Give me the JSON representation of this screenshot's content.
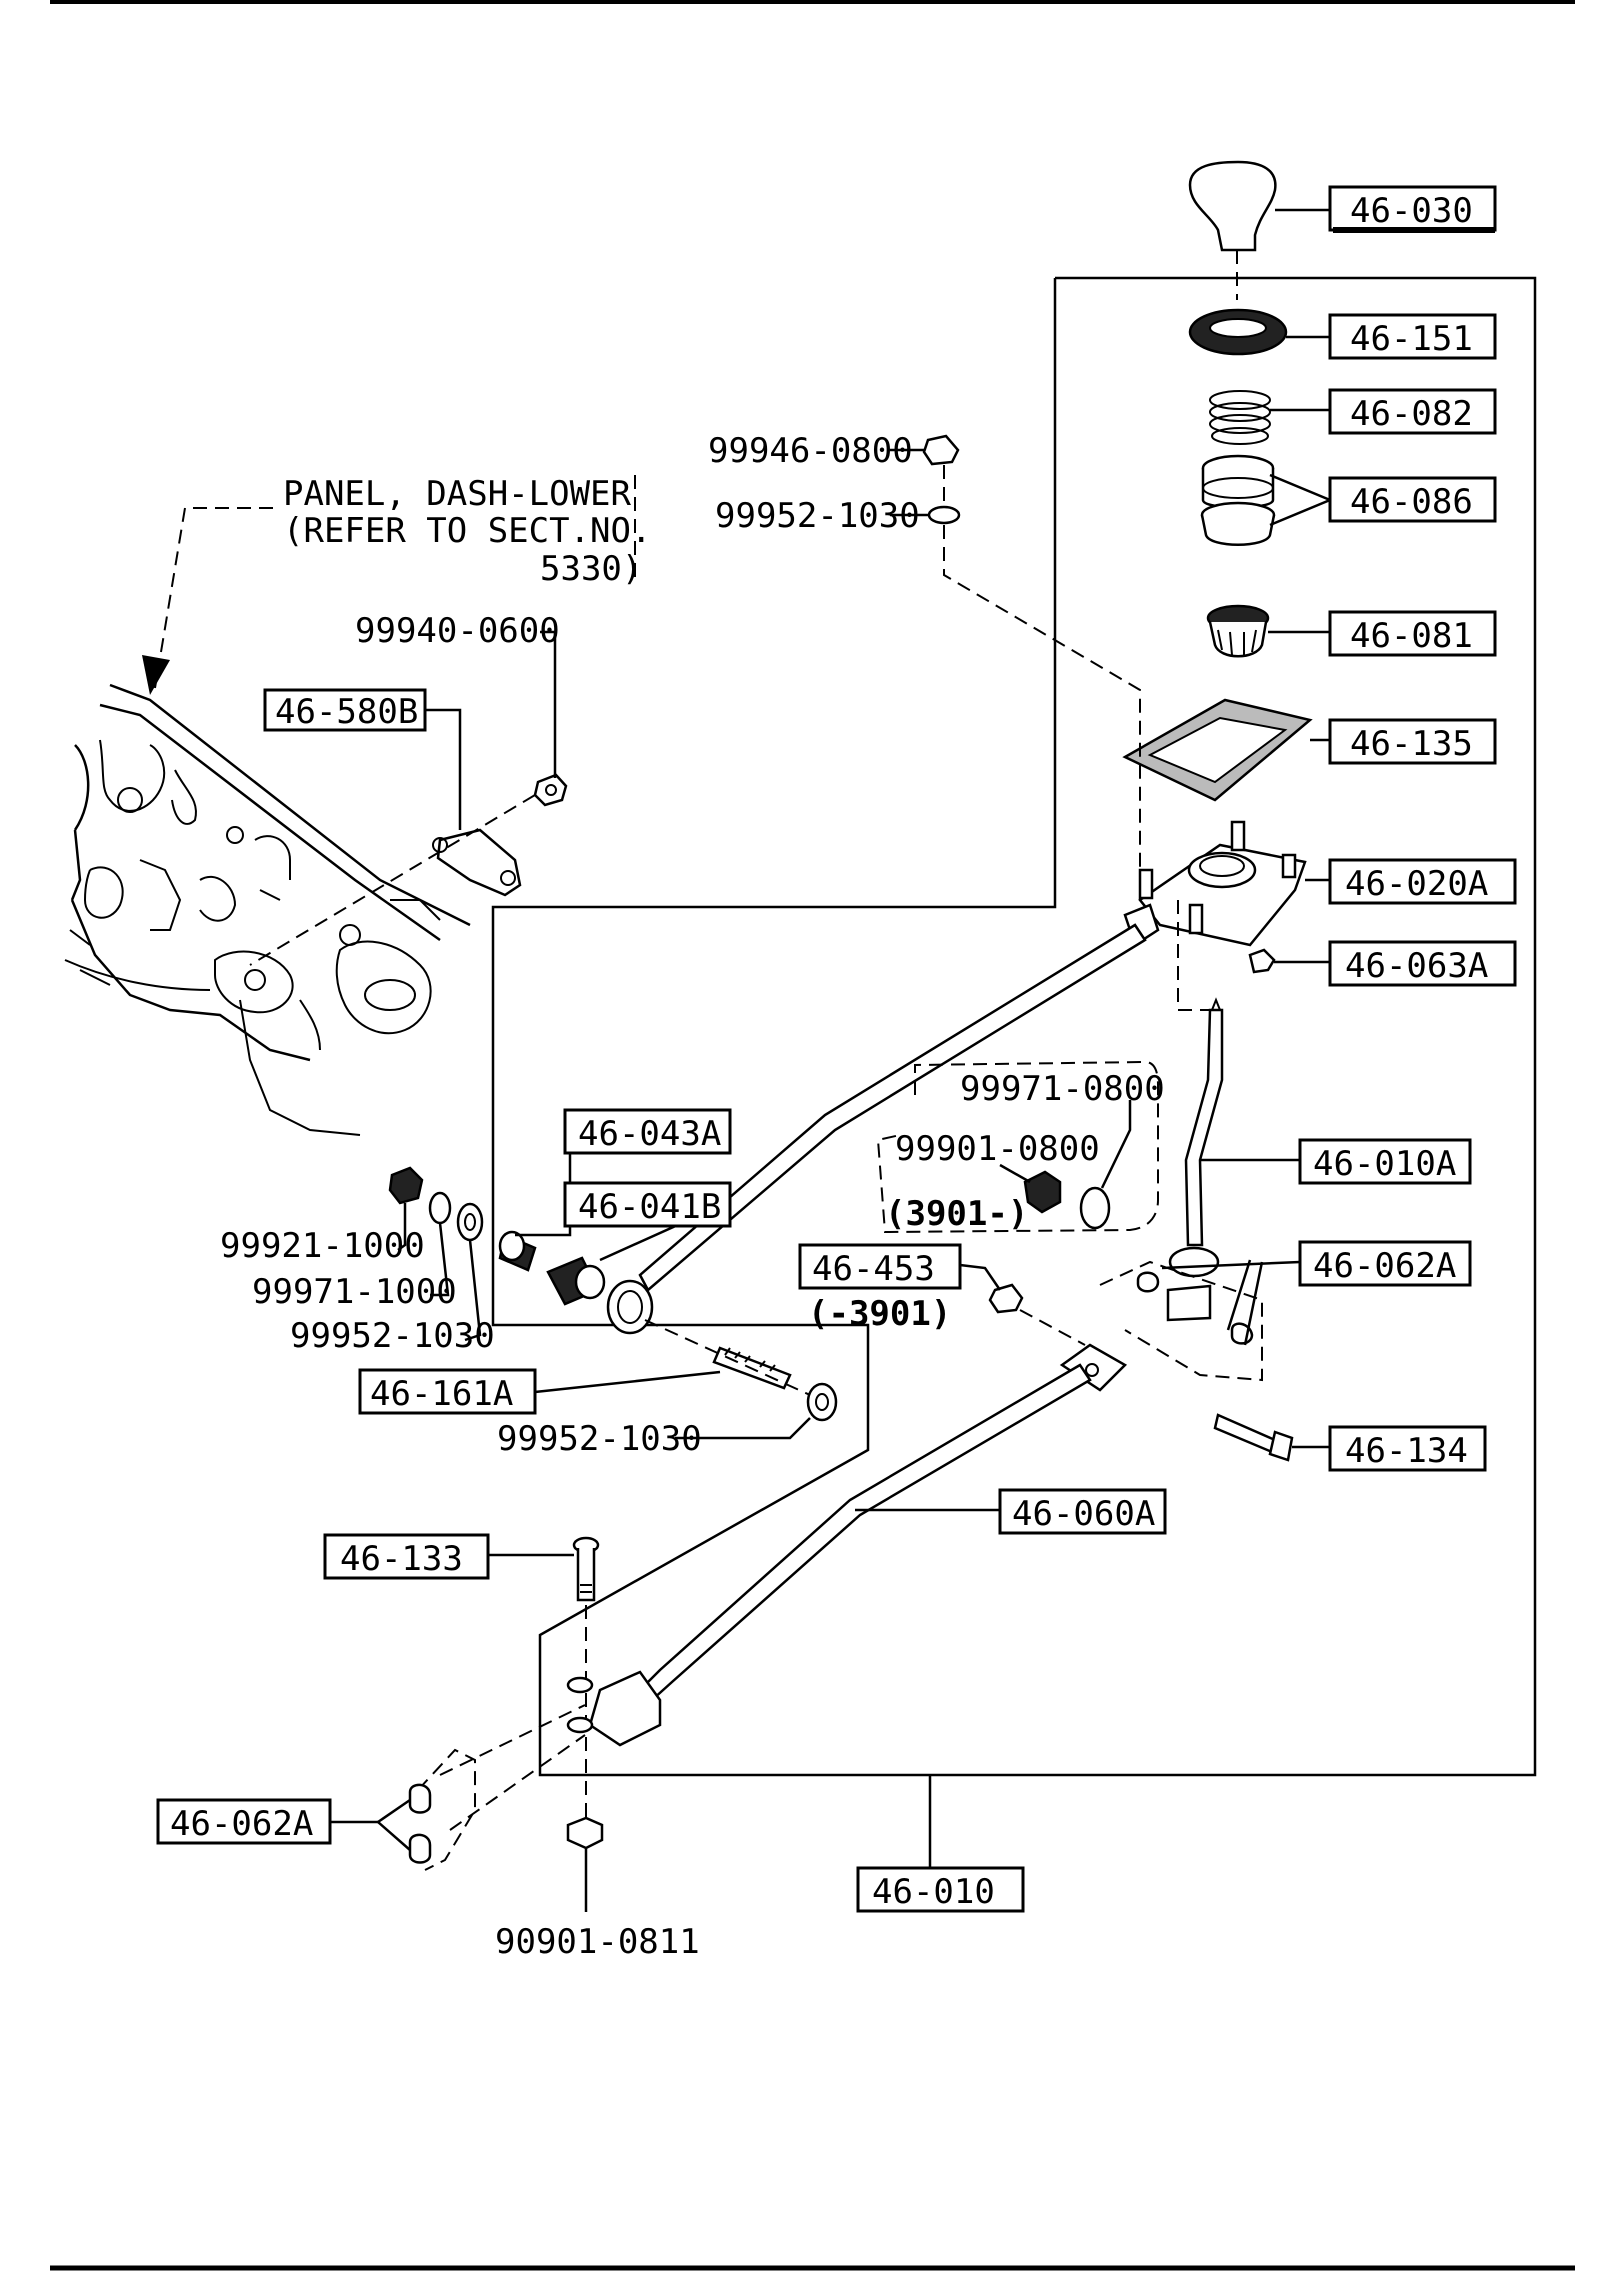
{
  "panel_note": {
    "line1": "PANEL, DASH-LOWER",
    "line2": "(REFER TO SECT.NO.",
    "line3": "5330)"
  },
  "boxed_parts": {
    "p46_030": "46-030",
    "p46_151": "46-151",
    "p46_082": "46-082",
    "p46_086": "46-086",
    "p46_081": "46-081",
    "p46_135": "46-135",
    "p46_020a": "46-020A",
    "p46_063a": "46-063A",
    "p46_010a": "46-010A",
    "p46_062a_right": "46-062A",
    "p46_134": "46-134",
    "p46_060a": "46-060A",
    "p46_133": "46-133",
    "p46_062a_left": "46-062A",
    "p46_010": "46-010",
    "p46_580b": "46-580B",
    "p46_043a": "46-043A",
    "p46_041b": "46-041B",
    "p46_161a": "46-161A",
    "p46_453": "46-453"
  },
  "plain_parts": {
    "p99946_0800": "99946-0800",
    "p99952_1030_top": "99952-1030",
    "p99940_0600": "99940-0600",
    "p99971_0800": "99971-0800",
    "p99901_0800": "99901-0800",
    "serial_3901_from": "(3901-)",
    "p99921_1000": "99921-1000",
    "p99971_1000": "99971-1000",
    "p99952_1030_mid": "99952-1030",
    "serial_3901_to": "(-3901)",
    "p99952_1030_low": "99952-1030",
    "p90901_0811": "90901-0811"
  }
}
